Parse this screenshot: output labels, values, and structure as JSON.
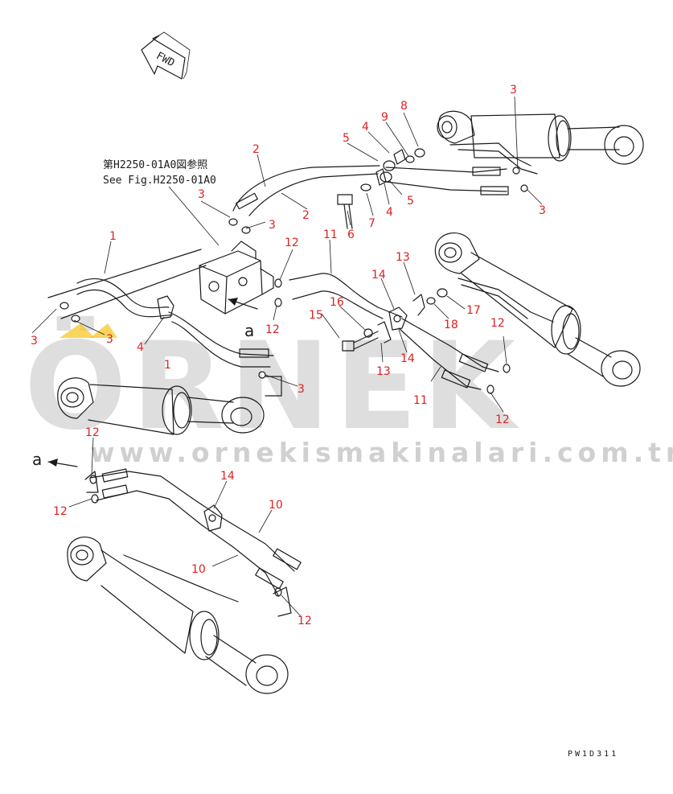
{
  "watermark": {
    "brand": "ÖRNEK",
    "url": "www.ornekismakinalari.com.tr",
    "accent": "#f5c518"
  },
  "fwd_label": "FWD",
  "reference": {
    "jp": "第H2250-01A0図参照",
    "en": "See Fig.H2250-01A0"
  },
  "view_marks": [
    {
      "text": "a"
    },
    {
      "text": "a"
    }
  ],
  "callouts": [
    {
      "n": "1"
    },
    {
      "n": "1"
    },
    {
      "n": "2"
    },
    {
      "n": "2"
    },
    {
      "n": "3"
    },
    {
      "n": "3"
    },
    {
      "n": "3"
    },
    {
      "n": "3"
    },
    {
      "n": "3"
    },
    {
      "n": "3"
    },
    {
      "n": "3"
    },
    {
      "n": "4"
    },
    {
      "n": "4"
    },
    {
      "n": "4"
    },
    {
      "n": "5"
    },
    {
      "n": "5"
    },
    {
      "n": "6"
    },
    {
      "n": "7"
    },
    {
      "n": "8"
    },
    {
      "n": "9"
    },
    {
      "n": "10"
    },
    {
      "n": "10"
    },
    {
      "n": "11"
    },
    {
      "n": "11"
    },
    {
      "n": "12"
    },
    {
      "n": "12"
    },
    {
      "n": "12"
    },
    {
      "n": "12"
    },
    {
      "n": "12"
    },
    {
      "n": "12"
    },
    {
      "n": "12"
    },
    {
      "n": "13"
    },
    {
      "n": "13"
    },
    {
      "n": "14"
    },
    {
      "n": "14"
    },
    {
      "n": "14"
    },
    {
      "n": "15"
    },
    {
      "n": "16"
    },
    {
      "n": "17"
    },
    {
      "n": "18"
    }
  ],
  "drawing_code": "PW1D311",
  "colors": {
    "line": "#1a1a1a",
    "callout": "#e02020",
    "watermark": "#d4d4d4"
  }
}
